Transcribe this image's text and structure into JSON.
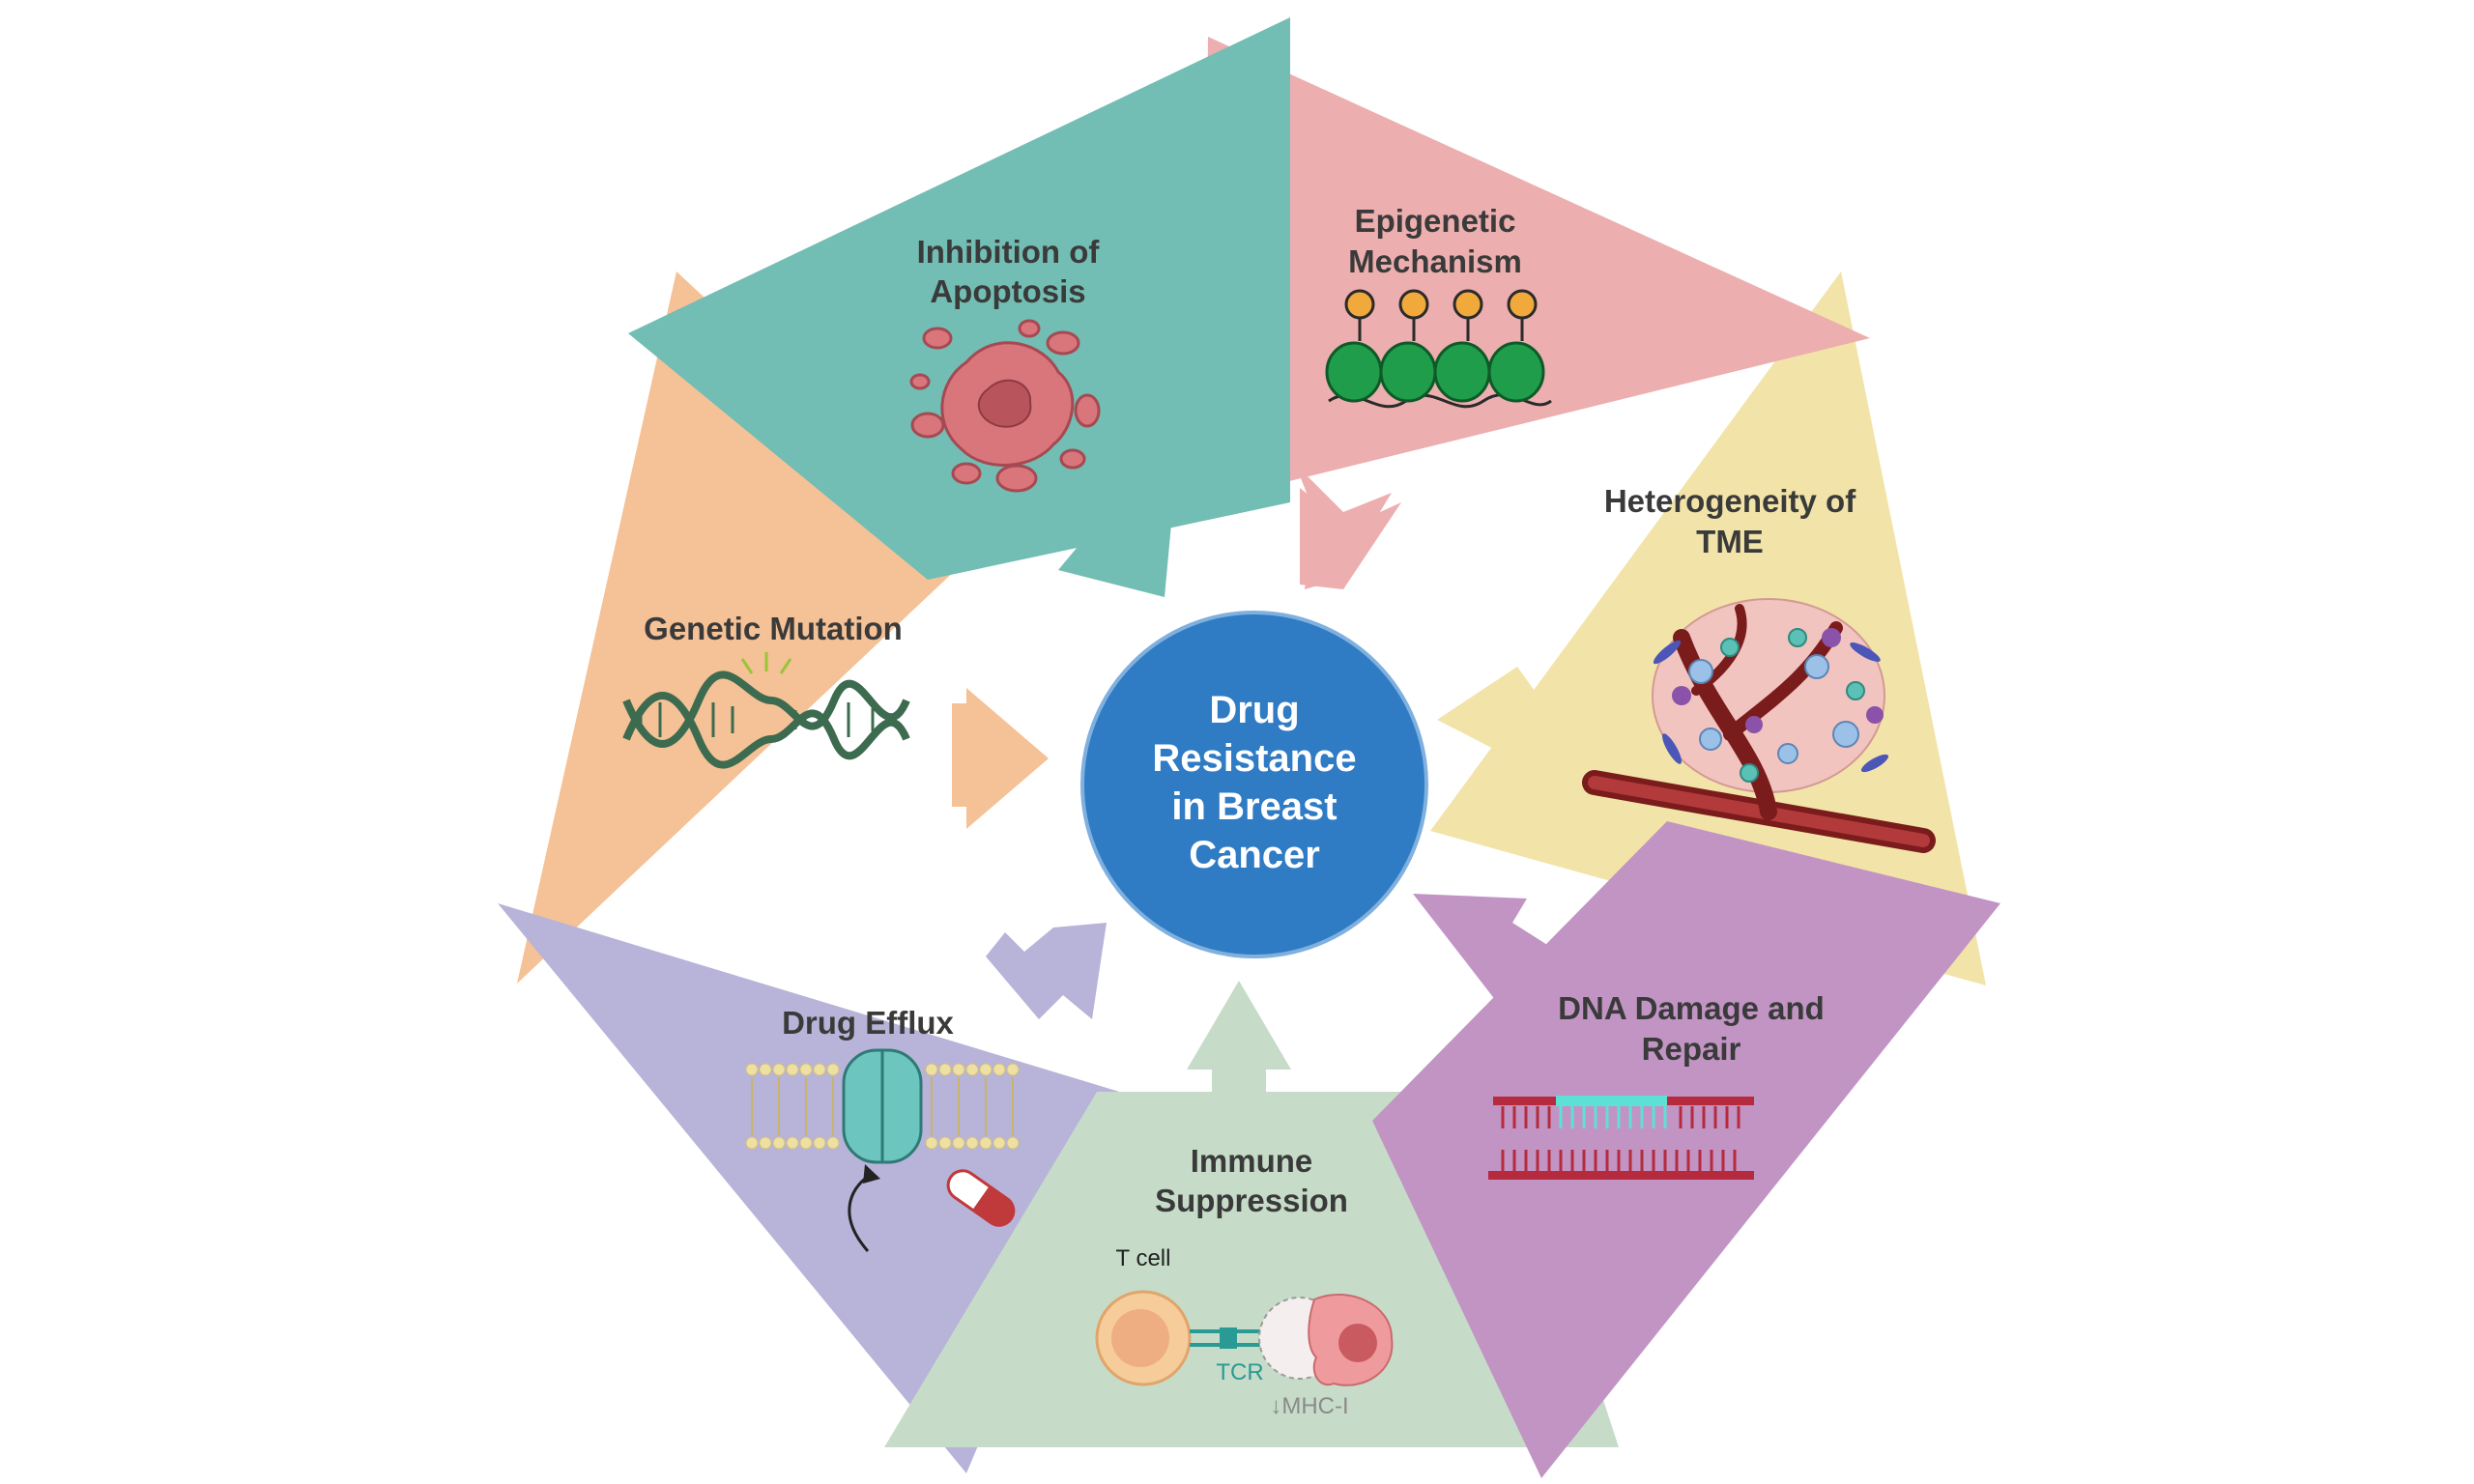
{
  "center": {
    "lines": [
      "Drug",
      "Resistance",
      "in Breast",
      "Cancer"
    ],
    "color": "#2f7bc4"
  },
  "factors": {
    "apoptosis": {
      "line1": "Inhibition of",
      "line2": "Apoptosis",
      "color": "#72bdb4"
    },
    "epigenetic": {
      "line1": "Epigenetic",
      "line2": "Mechanism",
      "color": "#ecaeae"
    },
    "tme": {
      "line1": "Heterogeneity of",
      "line2": "TME",
      "color": "#f2e3a8"
    },
    "dna_repair": {
      "line1": "DNA Damage and",
      "line2": "Repair",
      "color": "#c194c4"
    },
    "immune": {
      "line1": "Immune",
      "line2": "Suppression",
      "color": "#c6dcc8"
    },
    "efflux": {
      "line1": "Drug Efflux",
      "color": "#b8b3d8"
    },
    "genetic": {
      "line1": "Genetic Mutation",
      "color": "#f5c196"
    }
  },
  "immune_labels": {
    "tcell": "T cell",
    "tcr": "TCR",
    "mhc": "↓MHC-I"
  },
  "icons": [
    "apoptotic-cell-icon",
    "nucleosome-methylation-icon",
    "tumor-microenvironment-icon",
    "dna-mismatch-icon",
    "t-cell-tumor-interaction-icon",
    "efflux-pump-icon",
    "pill-icon",
    "dna-helix-icon"
  ]
}
